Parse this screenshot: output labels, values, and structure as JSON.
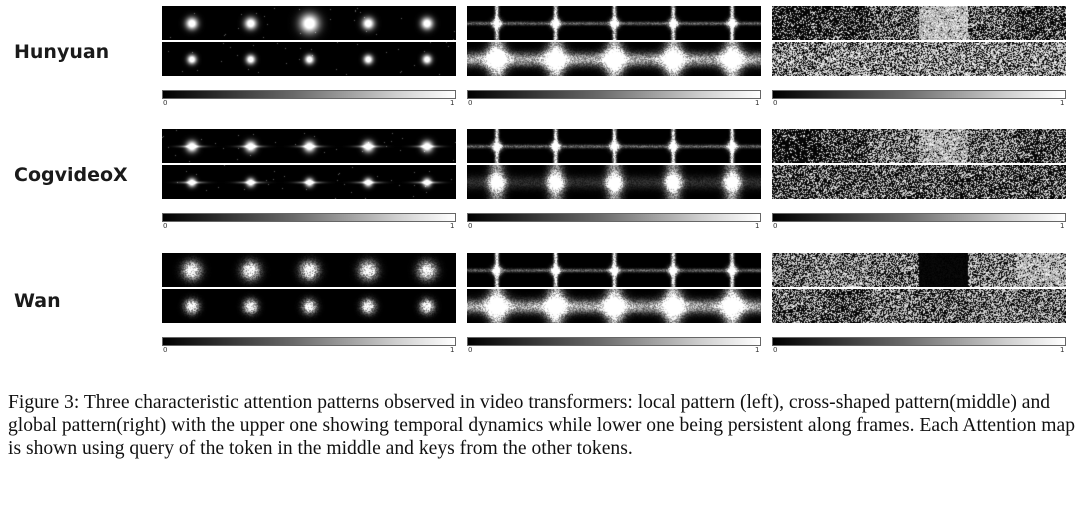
{
  "figure": {
    "rows": [
      {
        "label": "Hunyuan"
      },
      {
        "label": "CogvideoX"
      },
      {
        "label": "Wan"
      }
    ],
    "columns": [
      "local pattern",
      "cross-shaped pattern",
      "global pattern"
    ],
    "colorbar": {
      "min_label": "0",
      "max_label": "1"
    }
  },
  "caption": "Figure 3: Three characteristic attention patterns observed in video transformers: local pattern (left), cross-shaped pattern(middle) and global pattern(right) with the upper one showing temporal dynamics while lower one being persistent along frames. Each Attention map is shown using query of the token in the middle and keys from the other tokens."
}
